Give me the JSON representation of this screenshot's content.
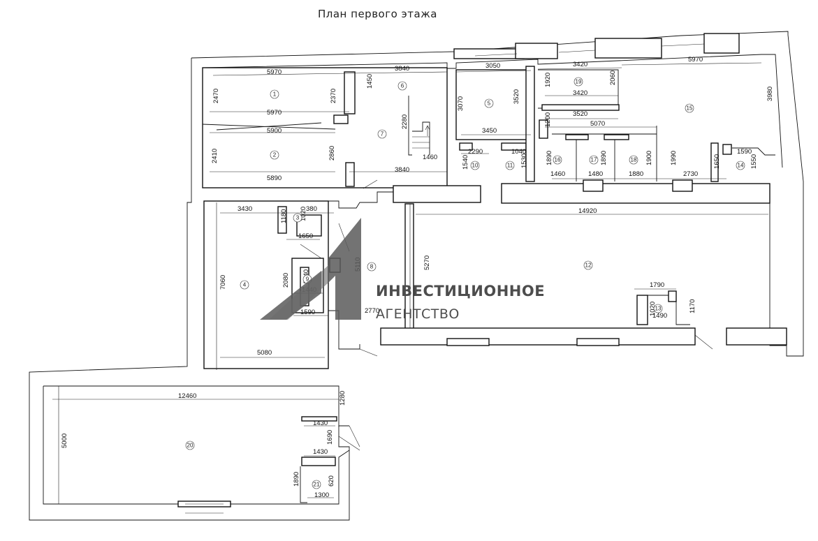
{
  "title": "План первого этажа",
  "watermark": {
    "line1": "ИНВЕСТИЦИОННОЕ",
    "line2": "АГЕНТСТВО",
    "color": "#4d4d4d"
  },
  "dimensions": [
    "5970",
    "3840",
    "3050",
    "3420",
    "5970",
    "2470",
    "2370",
    "1450",
    "3070",
    "3520",
    "1920",
    "3420",
    "2060",
    "3980",
    "5970",
    "5900",
    "2280",
    "3450",
    "3520",
    "1200",
    "5070",
    "2410",
    "2860",
    "1460",
    "2290",
    "1040",
    "1890",
    "1890",
    "1900",
    "1990",
    "1590",
    "5890",
    "3840",
    "1540",
    "1530",
    "1460",
    "1480",
    "1880",
    "2730",
    "1650",
    "1550",
    "3430",
    "380",
    "1180",
    "1020",
    "1650",
    "14920",
    "7060",
    "2080",
    "1540",
    "1440",
    "1590",
    "5110",
    "5270",
    "1790",
    "2770",
    "1020",
    "1490",
    "1170",
    "5080",
    "12460",
    "1280",
    "1430",
    "5000",
    "1690",
    "1430",
    "1890",
    "620",
    "1300"
  ],
  "rooms": [
    "1",
    "2",
    "3",
    "4",
    "5",
    "6",
    "7",
    "8",
    "9",
    "10",
    "11",
    "12",
    "13",
    "14",
    "15",
    "16",
    "17",
    "18",
    "19",
    "20",
    "21"
  ]
}
